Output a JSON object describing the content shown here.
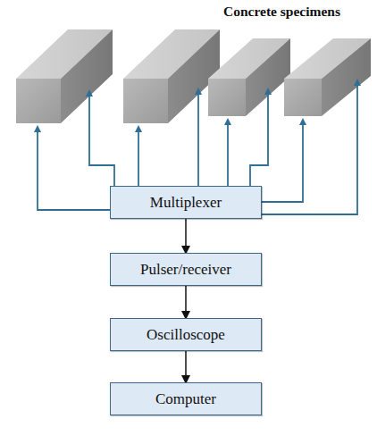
{
  "diagram": {
    "title": "Concrete specimens",
    "nodes": [
      {
        "text": [
          "Multiplexer"
        ]
      },
      {
        "text": [
          "Pulser/receiver"
        ]
      },
      {
        "text": [
          "Oscilloscope"
        ]
      },
      {
        "text": [
          "Computer"
        ]
      }
    ],
    "edges": [
      {
        "from": 0,
        "to": 1,
        "arrow": "to"
      },
      {
        "from": 1,
        "to": 2,
        "arrow": "to"
      },
      {
        "from": 2,
        "to": 3,
        "arrow": "to"
      }
    ]
  }
}
